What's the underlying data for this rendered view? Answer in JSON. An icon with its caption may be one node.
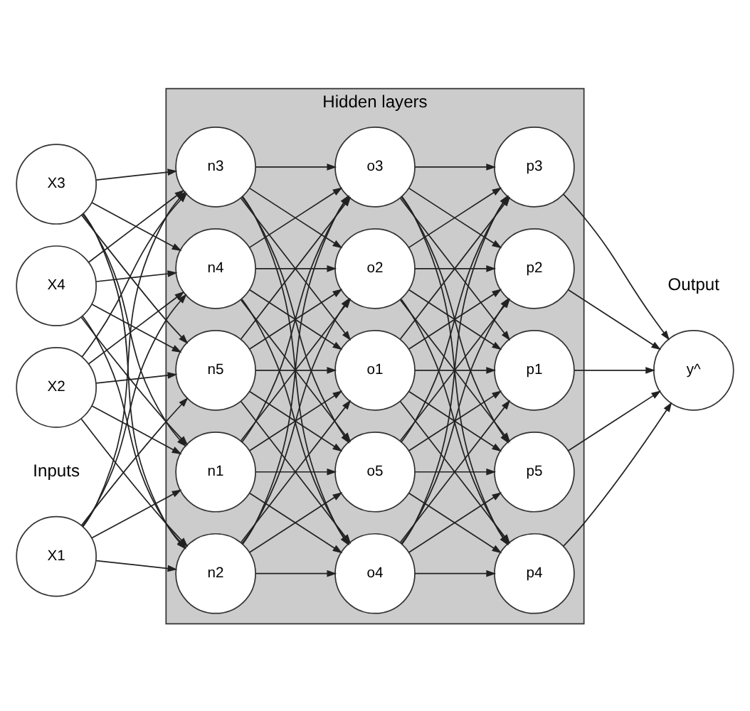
{
  "diagram": {
    "nodes": [
      {
        "text": [
          "Hidden layers"
        ]
      },
      {
        "text": [
          "X1"
        ]
      },
      {
        "text": [
          "X2"
        ]
      },
      {
        "text": [
          "X3"
        ]
      },
      {
        "text": [
          "X4"
        ]
      },
      {
        "text": [
          "n1"
        ],
        "in": 0
      },
      {
        "text": [
          "n2"
        ],
        "in": 0
      },
      {
        "text": [
          "n3"
        ],
        "in": 0
      },
      {
        "text": [
          "n4"
        ],
        "in": 0
      },
      {
        "text": [
          "n5"
        ],
        "in": 0
      },
      {
        "text": [
          "o1"
        ],
        "in": 0
      },
      {
        "text": [
          "o2"
        ],
        "in": 0
      },
      {
        "text": [
          "o3"
        ],
        "in": 0
      },
      {
        "text": [
          "o4"
        ],
        "in": 0
      },
      {
        "text": [
          "o5"
        ],
        "in": 0
      },
      {
        "text": [
          "p1"
        ],
        "in": 0
      },
      {
        "text": [
          "p2"
        ],
        "in": 0
      },
      {
        "text": [
          "p3"
        ],
        "in": 0
      },
      {
        "text": [
          "p4"
        ],
        "in": 0
      },
      {
        "text": [
          "p5"
        ],
        "in": 0
      },
      {
        "text": [
          "y^"
        ]
      }
    ],
    "edges": [
      {
        "from": 1,
        "to": 5,
        "arrow": "to"
      },
      {
        "from": 1,
        "to": 6,
        "arrow": "to"
      },
      {
        "from": 1,
        "to": 7,
        "arrow": "to"
      },
      {
        "from": 1,
        "to": 8,
        "arrow": "to"
      },
      {
        "from": 1,
        "to": 9,
        "arrow": "to"
      },
      {
        "from": 2,
        "to": 5,
        "arrow": "to"
      },
      {
        "from": 2,
        "to": 6,
        "arrow": "to"
      },
      {
        "from": 2,
        "to": 7,
        "arrow": "to"
      },
      {
        "from": 2,
        "to": 8,
        "arrow": "to"
      },
      {
        "from": 2,
        "to": 9,
        "arrow": "to"
      },
      {
        "from": 3,
        "to": 5,
        "arrow": "to"
      },
      {
        "from": 3,
        "to": 6,
        "arrow": "to"
      },
      {
        "from": 3,
        "to": 7,
        "arrow": "to"
      },
      {
        "from": 3,
        "to": 8,
        "arrow": "to"
      },
      {
        "from": 3,
        "to": 9,
        "arrow": "to"
      },
      {
        "from": 4,
        "to": 5,
        "arrow": "to"
      },
      {
        "from": 4,
        "to": 6,
        "arrow": "to"
      },
      {
        "from": 4,
        "to": 7,
        "arrow": "to"
      },
      {
        "from": 4,
        "to": 8,
        "arrow": "to"
      },
      {
        "from": 4,
        "to": 9,
        "arrow": "to"
      },
      {
        "from": 5,
        "to": 10,
        "arrow": "to"
      },
      {
        "from": 5,
        "to": 11,
        "arrow": "to"
      },
      {
        "from": 5,
        "to": 12,
        "arrow": "to"
      },
      {
        "from": 5,
        "to": 13,
        "arrow": "to"
      },
      {
        "from": 5,
        "to": 14,
        "arrow": "to"
      },
      {
        "from": 6,
        "to": 10,
        "arrow": "to"
      },
      {
        "from": 6,
        "to": 11,
        "arrow": "to"
      },
      {
        "from": 6,
        "to": 12,
        "arrow": "to"
      },
      {
        "from": 6,
        "to": 13,
        "arrow": "to"
      },
      {
        "from": 6,
        "to": 14,
        "arrow": "to"
      },
      {
        "from": 7,
        "to": 10,
        "arrow": "to"
      },
      {
        "from": 7,
        "to": 11,
        "arrow": "to"
      },
      {
        "from": 7,
        "to": 12,
        "arrow": "to"
      },
      {
        "from": 7,
        "to": 13,
        "arrow": "to"
      },
      {
        "from": 7,
        "to": 14,
        "arrow": "to"
      },
      {
        "from": 8,
        "to": 10,
        "arrow": "to"
      },
      {
        "from": 8,
        "to": 11,
        "arrow": "to"
      },
      {
        "from": 8,
        "to": 12,
        "arrow": "to"
      },
      {
        "from": 8,
        "to": 13,
        "arrow": "to"
      },
      {
        "from": 8,
        "to": 14,
        "arrow": "to"
      },
      {
        "from": 9,
        "to": 10,
        "arrow": "to"
      },
      {
        "from": 9,
        "to": 11,
        "arrow": "to"
      },
      {
        "from": 9,
        "to": 12,
        "arrow": "to"
      },
      {
        "from": 9,
        "to": 13,
        "arrow": "to"
      },
      {
        "from": 9,
        "to": 14,
        "arrow": "to"
      },
      {
        "from": 10,
        "to": 15,
        "arrow": "to"
      },
      {
        "from": 10,
        "to": 16,
        "arrow": "to"
      },
      {
        "from": 10,
        "to": 17,
        "arrow": "to"
      },
      {
        "from": 10,
        "to": 18,
        "arrow": "to"
      },
      {
        "from": 10,
        "to": 19,
        "arrow": "to"
      },
      {
        "from": 11,
        "to": 15,
        "arrow": "to"
      },
      {
        "from": 11,
        "to": 16,
        "arrow": "to"
      },
      {
        "from": 11,
        "to": 17,
        "arrow": "to"
      },
      {
        "from": 11,
        "to": 18,
        "arrow": "to"
      },
      {
        "from": 11,
        "to": 19,
        "arrow": "to"
      },
      {
        "from": 12,
        "to": 15,
        "arrow": "to"
      },
      {
        "from": 12,
        "to": 16,
        "arrow": "to"
      },
      {
        "from": 12,
        "to": 17,
        "arrow": "to"
      },
      {
        "from": 12,
        "to": 18,
        "arrow": "to"
      },
      {
        "from": 12,
        "to": 19,
        "arrow": "to"
      },
      {
        "from": 13,
        "to": 15,
        "arrow": "to"
      },
      {
        "from": 13,
        "to": 16,
        "arrow": "to"
      },
      {
        "from": 13,
        "to": 17,
        "arrow": "to"
      },
      {
        "from": 13,
        "to": 18,
        "arrow": "to"
      },
      {
        "from": 13,
        "to": 19,
        "arrow": "to"
      },
      {
        "from": 14,
        "to": 15,
        "arrow": "to"
      },
      {
        "from": 14,
        "to": 16,
        "arrow": "to"
      },
      {
        "from": 14,
        "to": 17,
        "arrow": "to"
      },
      {
        "from": 14,
        "to": 18,
        "arrow": "to"
      },
      {
        "from": 14,
        "to": 19,
        "arrow": "to"
      },
      {
        "from": 15,
        "to": 20,
        "arrow": "to"
      },
      {
        "from": 16,
        "to": 20,
        "arrow": "to"
      },
      {
        "from": 17,
        "to": 20,
        "arrow": "to"
      },
      {
        "from": 18,
        "to": 20,
        "arrow": "to"
      },
      {
        "from": 19,
        "to": 20,
        "arrow": "to"
      }
    ],
    "labels": [
      "Inputs",
      "Output"
    ]
  }
}
